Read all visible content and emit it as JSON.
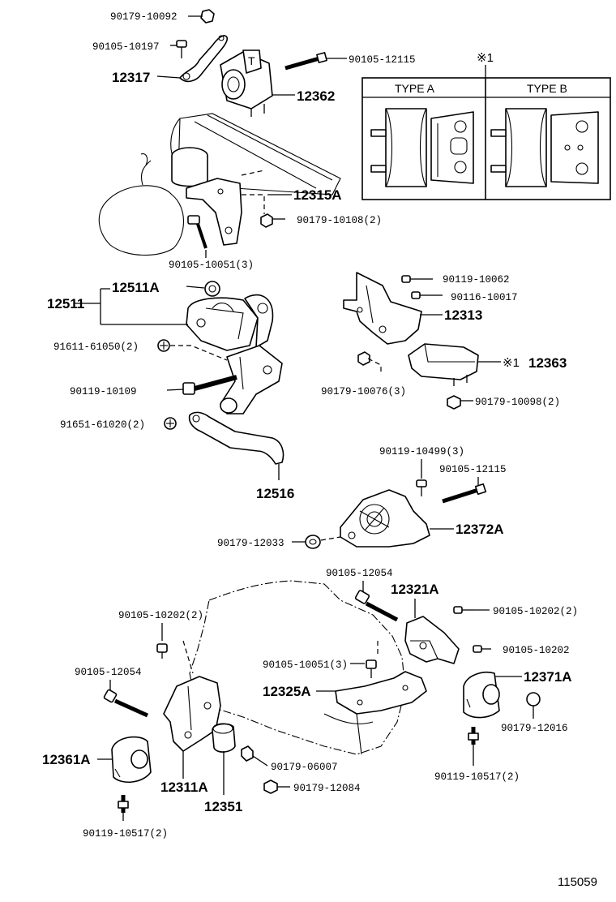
{
  "labels": {
    "p90179_10092": "90179-10092",
    "p90105_10197": "90105-10197",
    "p12317": "12317",
    "p90105_12115_top": "90105-12115",
    "p12362": "12362",
    "p12315A": "12315A",
    "p90179_10108": "90179-10108(2)",
    "p90105_10051": "90105-10051(3)",
    "p12511": "12511",
    "p12511A": "12511A",
    "p91611_61050": "91611-61050(2)",
    "p90119_10109": "90119-10109",
    "p91651_61020": "91651-61020(2)",
    "p12516": "12516",
    "p90119_10062": "90119-10062",
    "p90116_10017": "90116-10017",
    "p12313": "12313",
    "p90179_10076": "90179-10076(3)",
    "p12363": "12363",
    "p90179_10098": "90179-10098(2)",
    "p90119_10499": "90119-10499(3)",
    "p90105_12115_mid": "90105-12115",
    "p90179_12033": "90179-12033",
    "p12372A": "12372A",
    "p90105_12054_top": "90105-12054",
    "p12321A": "12321A",
    "p90105_10202_right": "90105-10202(2)",
    "p90105_10202_left": "90105-10202(2)",
    "p90105_10202_single": "90105-10202",
    "p90105_10051_b": "90105-10051(3)",
    "p12371A": "12371A",
    "p90105_12054_left": "90105-12054",
    "p12325A": "12325A",
    "p90179_12016": "90179-12016",
    "p12361A": "12361A",
    "p12311A": "12311A",
    "p90179_06007": "90179-06007",
    "p90179_12084": "90179-12084",
    "p12351": "12351",
    "p90119_10517_right": "90119-10517(2)",
    "p90119_10517_left": "90119-10517(2)"
  },
  "type_box": {
    "note_mark": "※1",
    "note_ref": "※1",
    "type_a": "TYPE  A",
    "type_b": "TYPE  B"
  },
  "figure_number": "115059"
}
